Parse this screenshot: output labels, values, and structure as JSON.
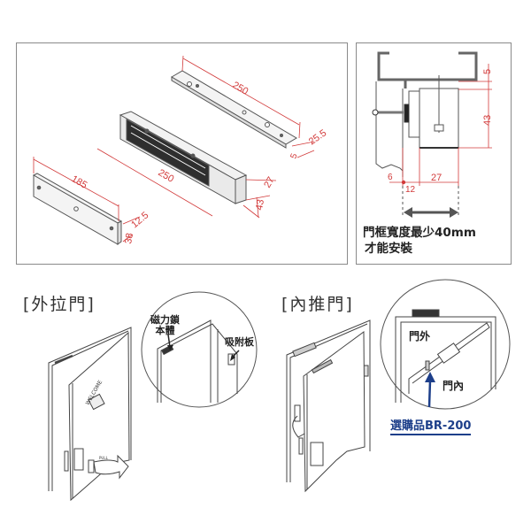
{
  "dimension_drawing": {
    "armature_plate": {
      "length": "185",
      "thickness": "12.5",
      "height": "38"
    },
    "lock_body": {
      "length": "250",
      "depth": "27",
      "height": "43"
    },
    "mounting_bracket": {
      "length": "250",
      "width": "25.5",
      "thickness": "5"
    }
  },
  "section_drawing": {
    "dims": {
      "top_gap": "5",
      "height": "43",
      "offset_left": "6",
      "offset_mid": "12",
      "depth": "27"
    },
    "note_line1": "門框寬度最少40mm",
    "note_line2": "才能安裝",
    "colors": {
      "dimension": "#d23a3a",
      "frame": "#555555"
    }
  },
  "outswing": {
    "title": "[外拉門]",
    "callout_lock_body": "磁力鎖\n本體",
    "callout_lock_line1": "磁力鎖",
    "callout_lock_line2": "本體",
    "callout_armature": "吸附板",
    "door_sign": "WELCOME",
    "handle_label": "PULL"
  },
  "inswing": {
    "title": "[內推門]",
    "label_outside": "門外",
    "label_inside": "門內",
    "option_label": "選購品BR-200",
    "colors": {
      "option": "#1d3f8a"
    }
  }
}
